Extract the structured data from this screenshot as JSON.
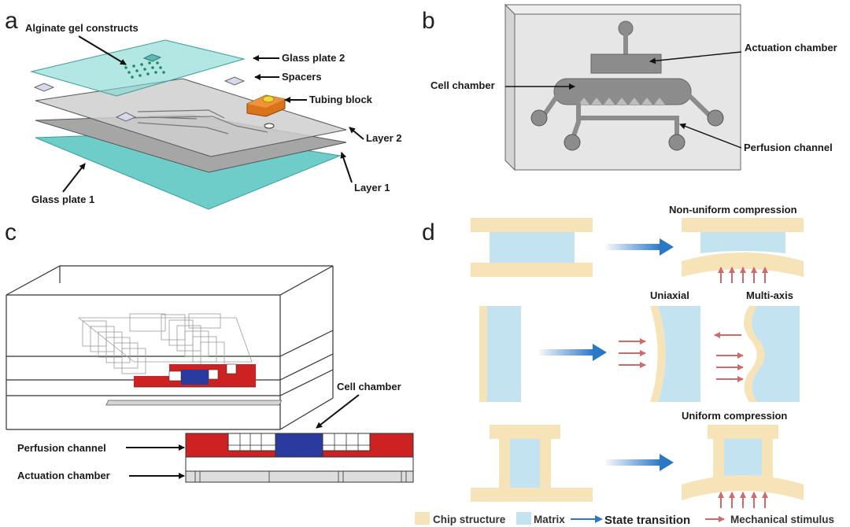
{
  "panels": {
    "a": {
      "letter": "a",
      "labels": {
        "alginate": "Alginate gel constructs",
        "glass2": "Glass plate 2",
        "spacers": "Spacers",
        "tubing": "Tubing block",
        "layer2": "Layer 2",
        "layer1": "Layer 1",
        "glass1": "Glass plate 1"
      }
    },
    "b": {
      "letter": "b",
      "labels": {
        "actuation": "Actuation chamber",
        "cell": "Cell chamber",
        "perfusion": "Perfusion channel"
      }
    },
    "c": {
      "letter": "c",
      "labels": {
        "cell": "Cell chamber",
        "perfusion": "Perfusion channel",
        "actuation": "Actuation chamber"
      }
    },
    "d": {
      "letter": "d",
      "labels": {
        "nonuniform": "Non-uniform compression",
        "uniaxial": "Uniaxial",
        "multiaxis": "Multi-axis",
        "uniform": "Uniform compression"
      },
      "legend": {
        "chip": "Chip structure",
        "matrix": "Matrix",
        "state": "State transition",
        "mech": "Mechanical stimulus"
      }
    }
  },
  "colors": {
    "chip": "#f7e3b8",
    "matrix": "#c4e3f1",
    "glass": "#79d1d0",
    "red": "#cc2222",
    "blue": "#2a3a9e",
    "gray": "#8c8c8c",
    "arrowBlue": "#2b78c4",
    "stimulus": "#d06a6a"
  }
}
